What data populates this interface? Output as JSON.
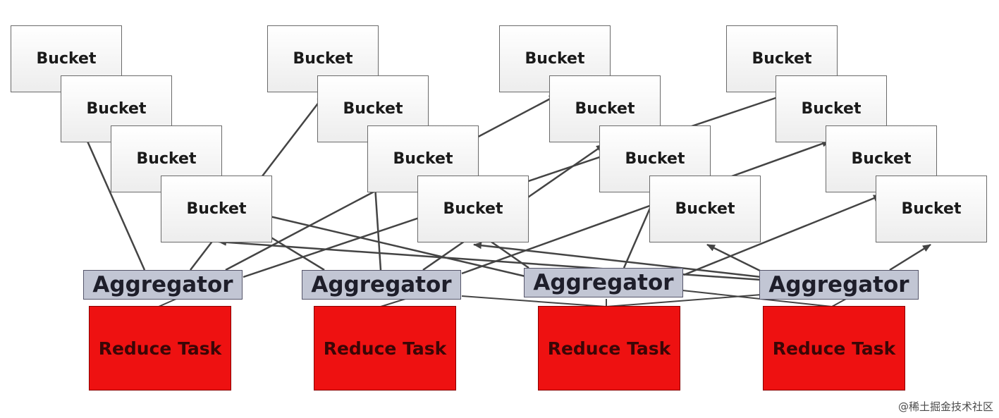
{
  "diagram": {
    "bucket_label": "Bucket",
    "aggregator_label": "Aggregator",
    "reduce_label": "Reduce Task"
  },
  "watermark": "@稀土掘金技术社区",
  "colors": {
    "reduce_fill": "#ee1111",
    "aggregator_fill": "#c2c6d4",
    "bucket_fill": "#f2f2f2",
    "arrow": "#444444"
  }
}
